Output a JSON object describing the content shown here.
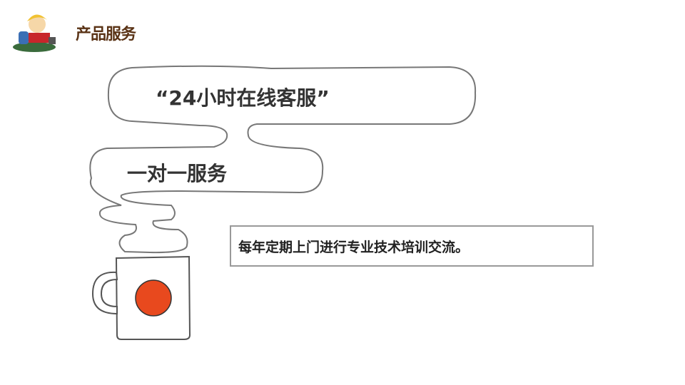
{
  "header": {
    "title": "产品服务"
  },
  "bubbles": [
    "“24小时在线客服”",
    "一对一服务"
  ],
  "note": "每年定期上门进行专业技术培训交流。",
  "colors": {
    "accent": "#e8491e",
    "title": "#5a3316"
  }
}
